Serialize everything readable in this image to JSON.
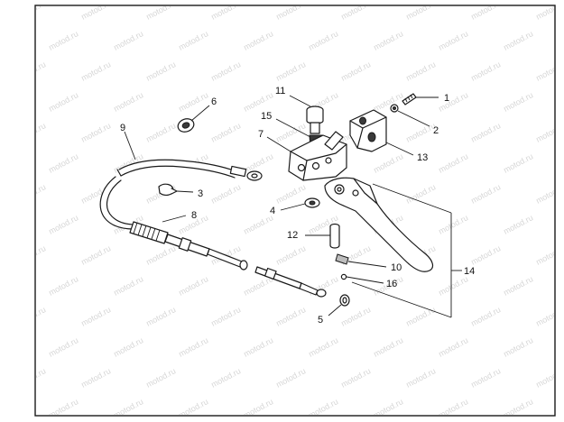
{
  "watermark": "motod.ru",
  "callouts": [
    "1",
    "2",
    "3",
    "4",
    "5",
    "6",
    "7",
    "8",
    "9",
    "10",
    "11",
    "12",
    "13",
    "14",
    "15",
    "16"
  ],
  "colors": {
    "line": "#1a1a1a",
    "background": "#ffffff",
    "watermark": "#d6d6d6"
  }
}
